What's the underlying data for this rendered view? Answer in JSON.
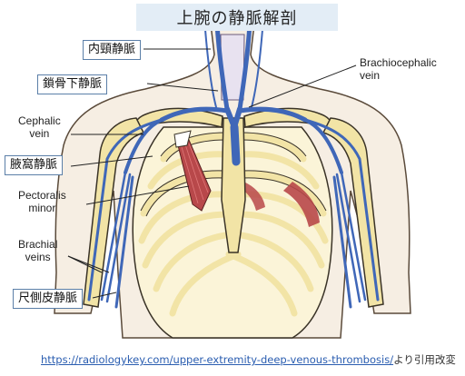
{
  "title": "上腕の静脈解剖",
  "labels_jp": {
    "internal_jugular": "内頸静脈",
    "subclavian": "鎖骨下静脈",
    "axillary": "腋窩静脈",
    "basilic": "尺側皮静脈"
  },
  "labels_en": {
    "brachiocephalic_1": "Brachiocephalic",
    "brachiocephalic_2": "vein",
    "cephalic_1": "Cephalic",
    "cephalic_2": "vein",
    "pectoralis_1": "Pectoralis",
    "pectoralis_2": "minor",
    "brachial_1": "Brachial",
    "brachial_2": "veins"
  },
  "source": {
    "url": "https://radiologykey.com/upper-extremity-deep-venous-thrombosis/",
    "suffix": "より引用改変"
  },
  "colors": {
    "vein": "#3f67b8",
    "bone": "#f2e4a6",
    "bone_outline": "#3a3327",
    "muscle": "#b8484a",
    "skin": "#f6eee3"
  }
}
